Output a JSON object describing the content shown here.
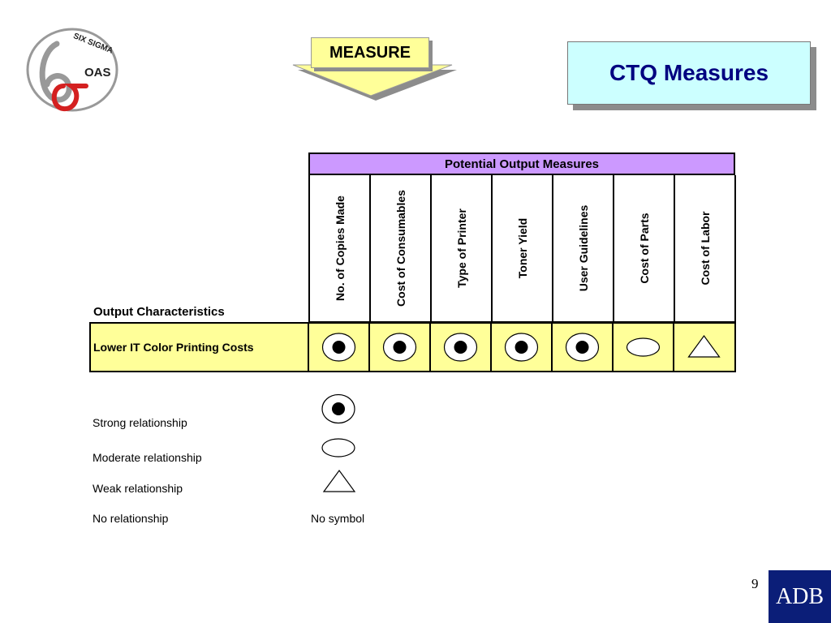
{
  "logo": {
    "top_text": "SIX SIGMA",
    "bottom_text": "OAS"
  },
  "banner": {
    "label": "MEASURE"
  },
  "title": "CTQ Measures",
  "matrix": {
    "header": "Potential Output Measures",
    "columns": [
      "No. of Copies Made",
      "Cost of Consumables",
      "Type of Printer",
      "Toner Yield",
      "User Guidelines",
      "Cost of Parts",
      "Cost of Labor"
    ],
    "row_header": "Output Characteristics",
    "rows": [
      {
        "label": "Lower IT Color Printing Costs",
        "relationships": [
          "strong",
          "strong",
          "strong",
          "strong",
          "strong",
          "moderate",
          "weak"
        ]
      }
    ]
  },
  "legend": [
    {
      "label": "Strong relationship",
      "symbol": "strong"
    },
    {
      "label": "Moderate relationship",
      "symbol": "moderate"
    },
    {
      "label": "Weak relationship",
      "symbol": "weak"
    },
    {
      "label": "No relationship",
      "symbol": "none",
      "symbol_text": "No symbol"
    }
  ],
  "page_number": "9",
  "footer_logo": "ADB"
}
